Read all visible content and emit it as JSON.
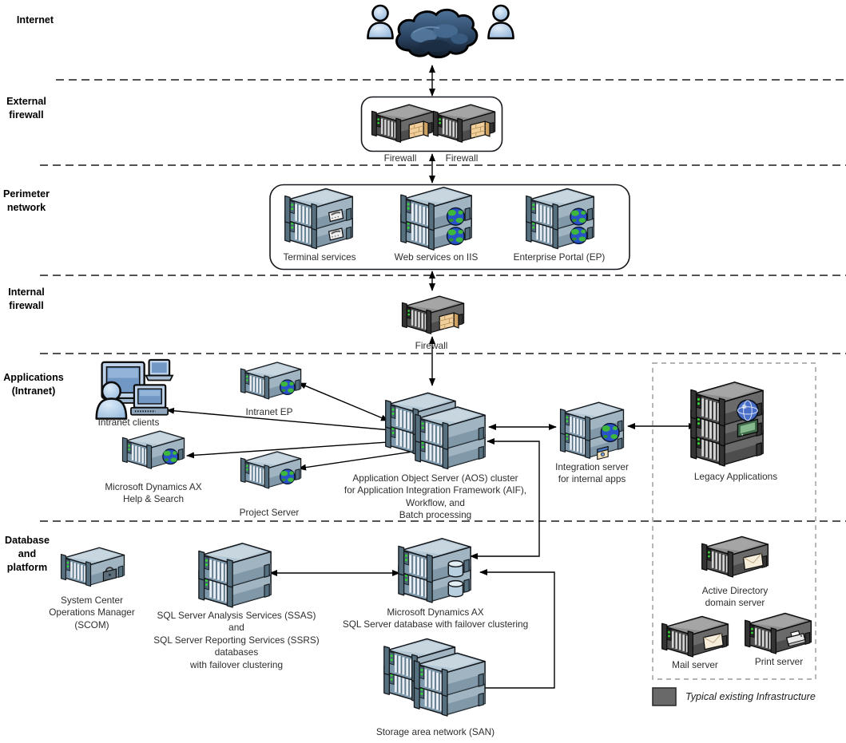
{
  "zones": {
    "internet": "Internet",
    "external_firewall": "External\nfirewall",
    "perimeter_network": "Perimeter\nnetwork",
    "internal_firewall": "Internal\nfirewall",
    "applications": "Applications\n(Intranet)",
    "database_platform": "Database\nand\nplatform"
  },
  "nodes": {
    "firewall_left": "Firewall",
    "firewall_right": "Firewall",
    "terminal_services": "Terminal services",
    "web_services": "Web services on IIS",
    "enterprise_portal": "Enterprise Portal (EP)",
    "internal_firewall": "Firewall",
    "intranet_clients": "Intranet clients",
    "intranet_ep": "Intranet EP",
    "help_search": "Microsoft Dynamics AX\nHelp & Search",
    "project_server": "Project Server",
    "aos_cluster": "Application Object Server (AOS) cluster\nfor Application Integration Framework (AIF),\nWorkflow, and\nBatch processing",
    "integration_server": "Integration server\nfor internal apps",
    "legacy_applications": "Legacy Applications",
    "scom": "System Center\nOperations Manager\n(SCOM)",
    "ssas_ssrs": "SQL Server Analysis Services (SSAS)\nand\nSQL Server Reporting Services (SSRS)\ndatabases\nwith failover clustering",
    "ax_sql": "Microsoft Dynamics AX\nSQL Server database with failover clustering",
    "san": "Storage area network (SAN)",
    "active_directory": "Active Directory\ndomain server",
    "mail_server": "Mail server",
    "print_server": "Print server"
  },
  "legend": {
    "label": "Typical existing Infrastructure",
    "swatch_color": "#696969"
  },
  "colors": {
    "server_blue_top": "#b4c7d4",
    "server_blue_front": "#7e98ab",
    "server_dark_front": "#4f4f4f",
    "firewall_brick": "#f0cf9c",
    "globe_blue": "#2a52c8",
    "globe_green": "#3db83d",
    "cloud_dark": "#1d2f42",
    "client_blue": "#a9c6e4",
    "outline": "#14181c"
  }
}
